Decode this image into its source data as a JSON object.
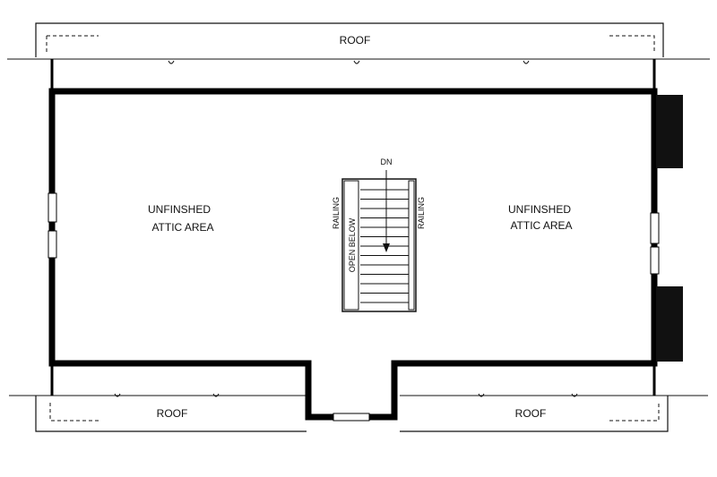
{
  "plan": {
    "roof_top": "ROOF",
    "roof_bottom_left": "ROOF",
    "roof_bottom_right": "ROOF",
    "left_room": {
      "line1": "UNFINSHED",
      "line2": "ATTIC AREA"
    },
    "right_room": {
      "line1": "UNFINSHED",
      "line2": "ATTIC AREA"
    },
    "stair": {
      "dn": "DN",
      "railing_left": "RAILING",
      "railing_right": "RAILING",
      "open_below": "OPEN BELOW"
    }
  }
}
